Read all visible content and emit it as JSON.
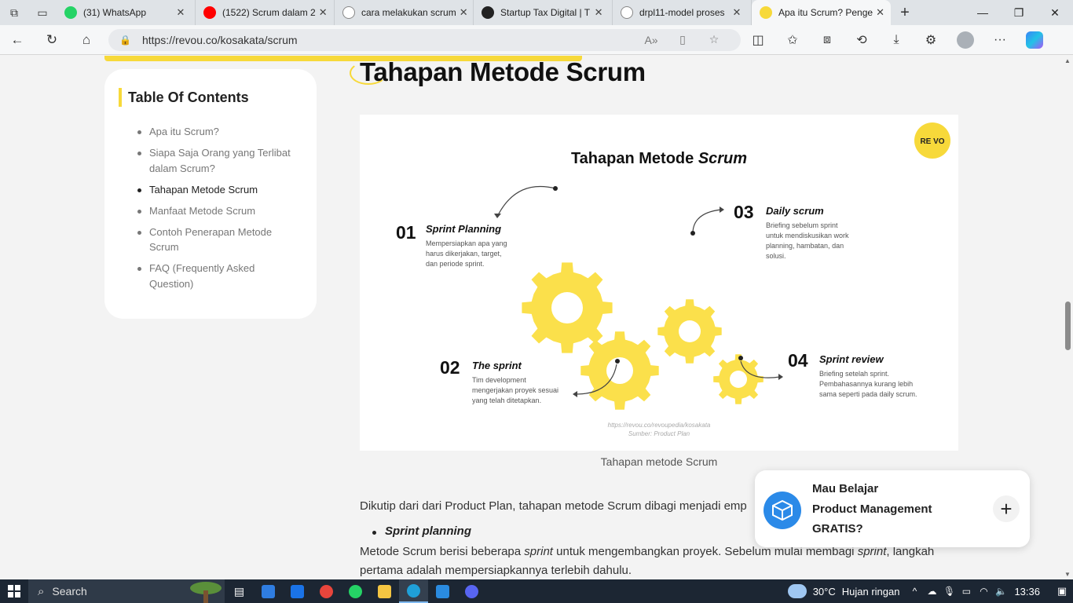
{
  "browser": {
    "tabs": [
      {
        "title": "(31) WhatsApp",
        "favicon_color": "#25d366",
        "favicon": "whatsapp-icon",
        "active": false
      },
      {
        "title": "(1522) Scrum dalam 2",
        "favicon_color": "#ff0000",
        "favicon": "youtube-icon",
        "active": false
      },
      {
        "title": "cara melakukan scrum",
        "favicon_color": "#ffffff",
        "favicon": "google-icon",
        "active": false
      },
      {
        "title": "Startup Tax Digital | T",
        "favicon_color": "#222222",
        "favicon": "startup-icon",
        "active": false
      },
      {
        "title": "drpl11-model proses",
        "favicon_color": "#ffffff",
        "favicon": "document-icon",
        "active": false
      },
      {
        "title": "Apa itu Scrum? Penge",
        "favicon_color": "#f7d93a",
        "favicon": "revou-icon",
        "active": true
      }
    ],
    "url": "https://revou.co/kosakata/scrum"
  },
  "toc": {
    "title": "Table Of Contents",
    "items": [
      {
        "label": "Apa itu Scrum?",
        "active": false
      },
      {
        "label": "Siapa Saja Orang yang Terlibat dalam Scrum?",
        "active": false
      },
      {
        "label": "Tahapan Metode Scrum",
        "active": true
      },
      {
        "label": "Manfaat Metode Scrum",
        "active": false
      },
      {
        "label": "Contoh Penerapan Metode Scrum",
        "active": false
      },
      {
        "label": "FAQ (Frequently Asked Question)",
        "active": false
      }
    ]
  },
  "article": {
    "heading": "Tahapan Metode Scrum",
    "figure": {
      "title_plain": "Tahapan Metode ",
      "title_italic": "Scrum",
      "logo": "RE VO",
      "steps": [
        {
          "num": "01",
          "title": "Sprint Planning",
          "lines": [
            "Mempersiapkan apa yang",
            "harus dikerjakan, target,",
            "dan periode sprint."
          ]
        },
        {
          "num": "02",
          "title": "The sprint",
          "lines": [
            "Tim development",
            "mengerjakan proyek sesuai",
            "yang telah ditetapkan."
          ]
        },
        {
          "num": "03",
          "title": "Daily scrum",
          "lines": [
            "Briefing sebelum sprint",
            "untuk mendiskusikan work",
            "planning, hambatan, dan",
            "solusi."
          ]
        },
        {
          "num": "04",
          "title": "Sprint review",
          "lines": [
            "Briefing setelah sprint.",
            "Pembahasannya kurang lebih",
            "sama seperti pada daily scrum."
          ]
        }
      ],
      "source_line1": "https://revou.co/revoupedia/kosakata",
      "source_line2": "Sumber: Product Plan",
      "gear_color": "#fbe04b"
    },
    "caption": "Tahapan metode Scrum",
    "intro": "Dikutip dari dari Product Plan, tahapan metode Scrum dibagi menjadi emp",
    "bullet": "Sprint planning",
    "body_pre": "Metode Scrum berisi beberapa ",
    "body_em1": "sprint",
    "body_mid": " untuk mengembangkan proyek. Sebelum mulai membagi ",
    "body_em2": "sprint",
    "body_post": ", langkah pertama adalah mempersiapkannya terlebih dahulu."
  },
  "promo": {
    "line1": "Mau Belajar",
    "line2": "Product Management",
    "line3": "GRATIS?"
  },
  "taskbar": {
    "search_label": "Search",
    "temperature": "30°C",
    "weather": "Hujan ringan",
    "time": "13:36"
  },
  "colors": {
    "accent_yellow": "#f7d93a",
    "promo_blue": "#2b8ae8"
  }
}
